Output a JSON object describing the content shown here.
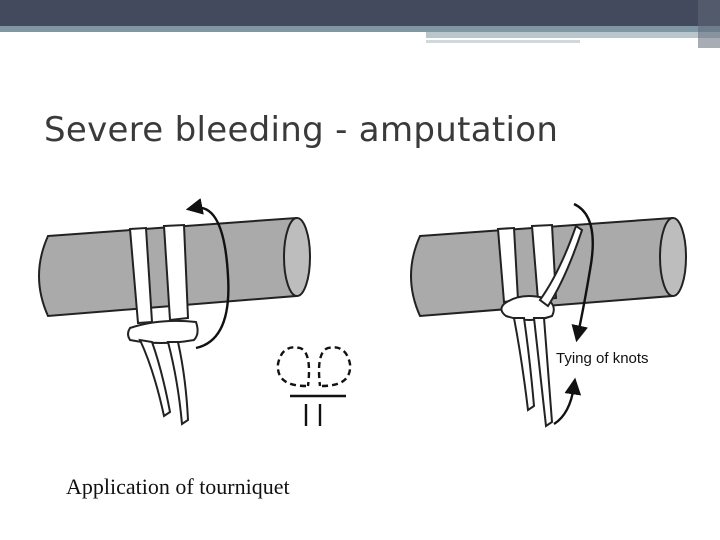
{
  "slide": {
    "title": "Severe bleeding - amputation",
    "labels": {
      "knots": "Tying of knots",
      "tourniquet": "Application of tourniquet"
    },
    "colors": {
      "header_bar": "#434a5e",
      "accent": "#7f97a3",
      "limb": "#aaaaaa"
    }
  }
}
